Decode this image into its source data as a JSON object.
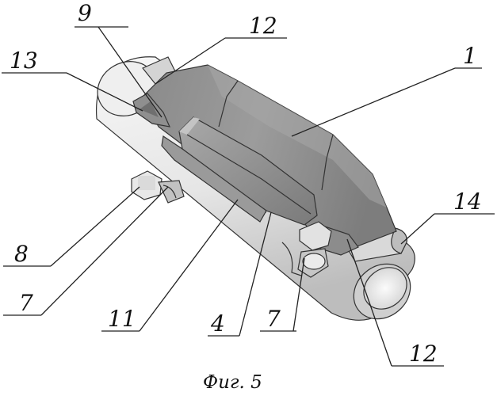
{
  "figure": {
    "caption": "Фиг. 5",
    "callouts": [
      {
        "id": "9",
        "text": "9"
      },
      {
        "id": "12a",
        "text": "12"
      },
      {
        "id": "13",
        "text": "13"
      },
      {
        "id": "1",
        "text": "1"
      },
      {
        "id": "14",
        "text": "14"
      },
      {
        "id": "8",
        "text": "8"
      },
      {
        "id": "7a",
        "text": "7"
      },
      {
        "id": "11",
        "text": "11"
      },
      {
        "id": "4",
        "text": "4"
      },
      {
        "id": "7b",
        "text": "7"
      },
      {
        "id": "12b",
        "text": "12"
      }
    ]
  },
  "colors": {
    "pipe_light": "#f4f4f4",
    "pipe_shade": "#c9c9c9",
    "housing_dark": "#7a7a7a",
    "housing_mid": "#a4a4a4",
    "housing_light": "#cfcfcf",
    "line": "#222222"
  }
}
